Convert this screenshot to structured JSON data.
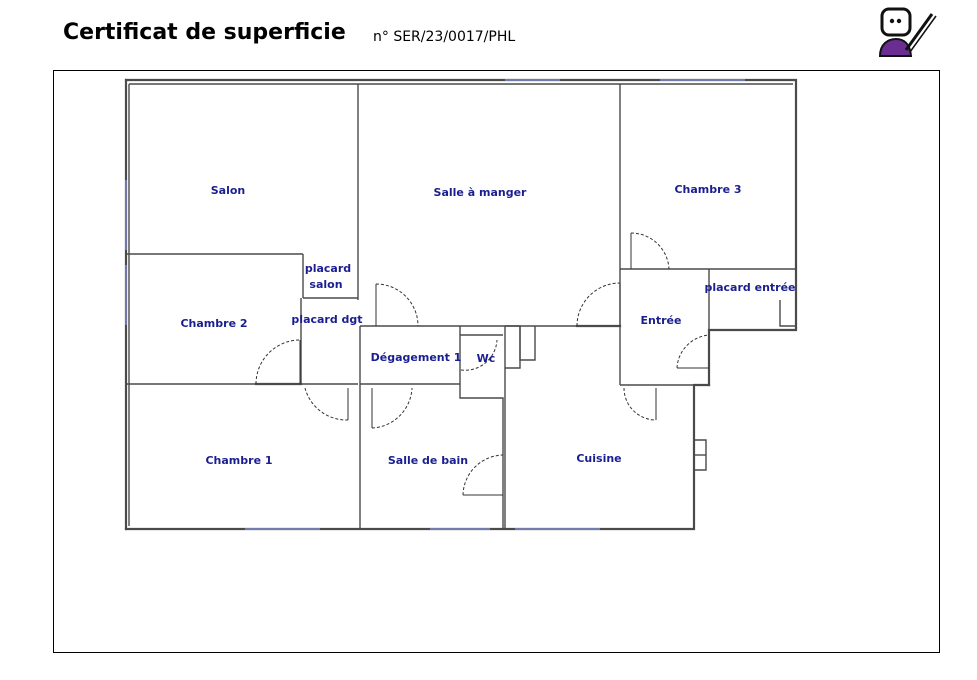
{
  "header": {
    "title": "Certificat de superficie",
    "reference": "n° SER/23/0017/PHL"
  },
  "logo": {
    "icon": "surveyor-character-icon",
    "color": "#6a2d91"
  },
  "colors": {
    "label": "#1a1f8f",
    "walls": "#4a4a4a",
    "windows": "#8c96e8"
  },
  "rooms": {
    "salon": "Salon",
    "salle_a_manger": "Salle à manger",
    "chambre_3": "Chambre 3",
    "placard_salon_1": "placard",
    "placard_salon_2": "salon",
    "placard_entree": "placard entrée",
    "chambre_2": "Chambre 2",
    "placard_dgt": "placard dgt",
    "entree": "Entrée",
    "degagement_1": "Dégagement 1",
    "wc": "Wc",
    "chambre_1": "Chambre 1",
    "salle_de_bain": "Salle de bain",
    "cuisine": "Cuisine"
  }
}
